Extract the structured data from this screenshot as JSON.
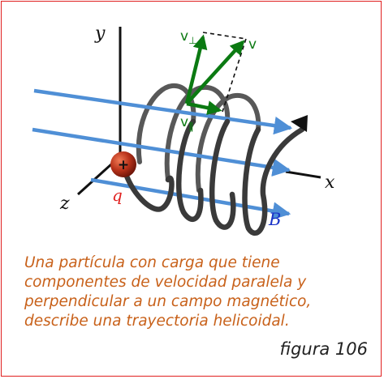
{
  "diagram": {
    "axes": {
      "y": "y",
      "x": "x",
      "z": "z"
    },
    "charge_label": "q",
    "charge_sign": "+",
    "field_label": "B",
    "velocity_labels": {
      "total": "v",
      "perpendicular": "v",
      "parallel": "v"
    },
    "colors": {
      "border": "#e0201f",
      "field_lines": "#4f8fd6",
      "helix": "#3a3a3a",
      "velocity": "#0b7a12",
      "charge": "#b8321a",
      "charge_label": "#e0201f",
      "field_label": "#1a33c8",
      "caption": "#c8611a"
    }
  },
  "caption": {
    "line1": "Una partícula con carga que tiene",
    "line2": "componentes de velocidad paralela y",
    "line3": "perpendicular a un campo magnético,",
    "line4": "describe una trayectoria helicoidal."
  },
  "figure_label": "figura 106"
}
